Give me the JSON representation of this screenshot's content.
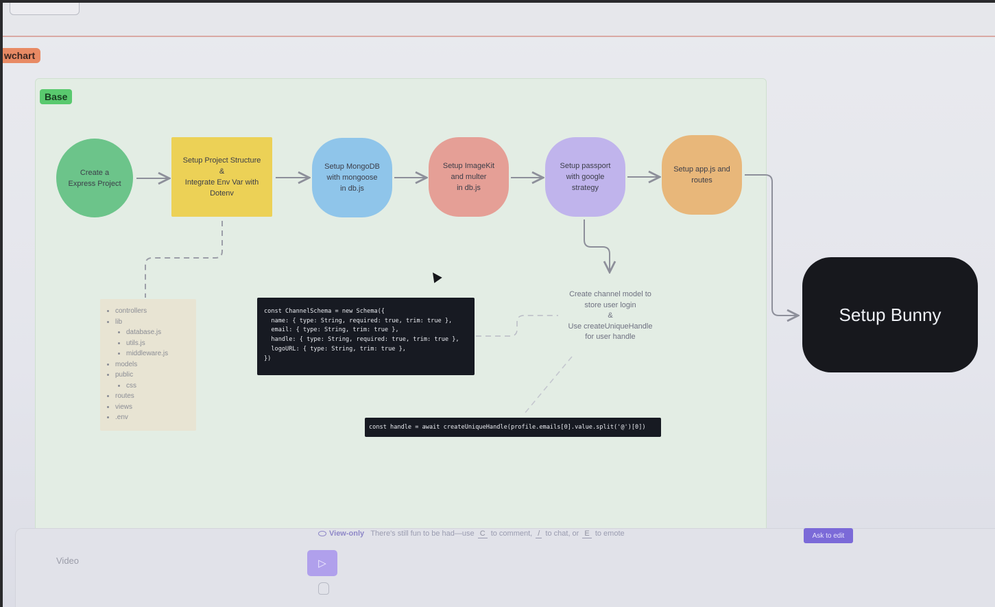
{
  "frame": {
    "title": "wchart"
  },
  "section": {
    "label": "Base"
  },
  "nodes": [
    {
      "label": "Create a\nExpress Project",
      "color": "#6cc48a"
    },
    {
      "label": "Setup Project Structure\n&\nIntegrate Env Var with\nDotenv",
      "color": "#ecd156"
    },
    {
      "label": "Setup MongoDB\nwith mongoose\nin db.js",
      "color": "#8fc5ea"
    },
    {
      "label": "Setup ImageKit\nand multer\nin db.js",
      "color": "#e59f96"
    },
    {
      "label": "Setup passport\nwith google\nstrategy",
      "color": "#c0b4ec"
    },
    {
      "label": "Setup app.js and\nroutes",
      "color": "#e8b77a"
    }
  ],
  "next_step": {
    "label": "Setup Bunny"
  },
  "folder_tree": [
    {
      "name": "controllers",
      "level": 0
    },
    {
      "name": "lib",
      "level": 0
    },
    {
      "name": "database.js",
      "level": 1
    },
    {
      "name": "utils.js",
      "level": 1
    },
    {
      "name": "middleware.js",
      "level": 1
    },
    {
      "name": "models",
      "level": 0
    },
    {
      "name": "public",
      "level": 0
    },
    {
      "name": "css",
      "level": 1
    },
    {
      "name": "routes",
      "level": 0
    },
    {
      "name": "views",
      "level": 0
    },
    {
      "name": ".env",
      "level": 0
    }
  ],
  "code_schema": "const ChannelSchema = new Schema({\n  name: { type: String, required: true, trim: true },\n  email: { type: String, trim: true },\n  handle: { type: String, required: true, trim: true },\n  logoURL: { type: String, trim: true },\n})",
  "code_handle": "const handle = await createUniqueHandle(profile.emails[0].value.split('@')[0])",
  "note": "Create channel model to\nstore user login\n&\nUse createUniqueHandle\nfor user handle",
  "toolbar": {
    "view_only_label": "View-only",
    "hint_prefix": "There's still fun to be had—use",
    "key_comment": "C",
    "hint_comment": "to comment,",
    "key_chat": "/",
    "hint_chat": "to chat, or",
    "key_emote": "E",
    "hint_emote": "to emote",
    "ask_button": "Ask to edit",
    "input_label": "Video",
    "send_icon": "play-icon"
  }
}
